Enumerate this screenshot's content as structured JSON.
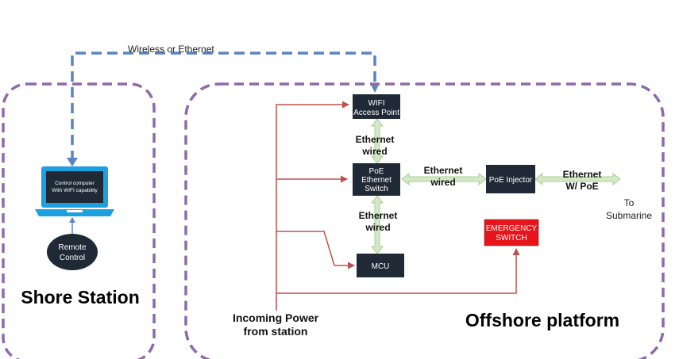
{
  "regions": {
    "shore": "Shore Station",
    "offshore": "Offshore platform"
  },
  "labels": {
    "wireless": "Wireless or Ethernet",
    "eth_wired_1_a": "Ethernet",
    "eth_wired_1_b": "wired",
    "eth_wired_2_a": "Ethernet",
    "eth_wired_2_b": "wired",
    "eth_wired_3_a": "Ethernet",
    "eth_wired_3_b": "wired",
    "eth_poe_a": "Ethernet",
    "eth_poe_b": "W/ PoE",
    "to_sub_a": "To",
    "to_sub_b": "Submarine",
    "power_a": "Incoming Power",
    "power_b": "from station"
  },
  "nodes": {
    "wifi_a": "WIFI",
    "wifi_b": "Access Point",
    "poe_switch_a": "PoE",
    "poe_switch_b": "Ethernet",
    "poe_switch_c": "Switch",
    "poe_injector": "PoE Injector",
    "emergency_a": "EMERGENCY",
    "emergency_b": "SWITCH",
    "mcu": "MCU",
    "laptop_a": "Control computer",
    "laptop_b": "With WIFI capability",
    "remote_a": "Remote",
    "remote_b": "Control"
  },
  "colors": {
    "region_border": "#8e6aa8",
    "dashed_link": "#5b84c4",
    "node_fill": "#1f2a36",
    "power_line": "#c0504d",
    "eth_arrow": "#d3e8c6",
    "eth_arrow_stroke": "#a9cf94",
    "emergency_fill": "#e8141b",
    "laptop_blue": "#1e9fe0"
  }
}
